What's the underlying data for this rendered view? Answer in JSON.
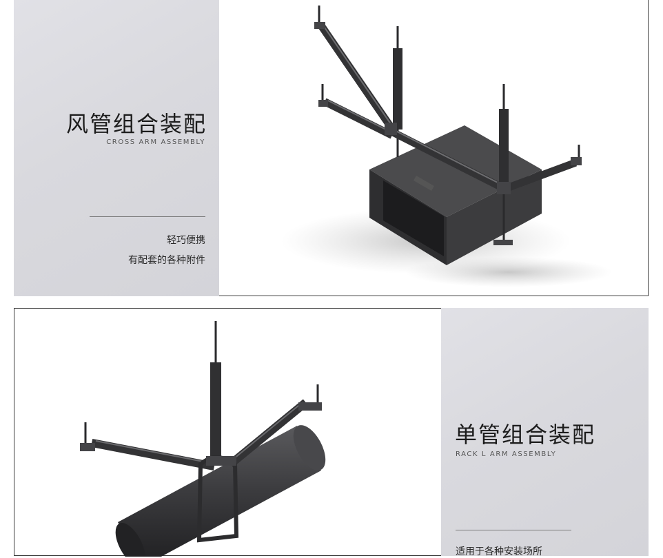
{
  "panel_top": {
    "title_cn": "风管组合装配",
    "title_en": "CROSS ARM ASSEMBLY",
    "features": [
      "轻巧便携",
      "有配套的各种附件"
    ],
    "illustration_label": "duct-support-assembly"
  },
  "panel_bottom": {
    "title_cn": "单管组合装配",
    "title_en": "RACK L ARM ASSEMBLY",
    "features": [
      "适用于各种安装场所"
    ],
    "illustration_label": "pipe-support-assembly"
  },
  "colors": {
    "grey_panel": "#dadade",
    "frame_border": "#3a3a3a",
    "steel": "#3a3a3c",
    "steel_dark": "#232325",
    "steel_light": "#6d6d70"
  }
}
